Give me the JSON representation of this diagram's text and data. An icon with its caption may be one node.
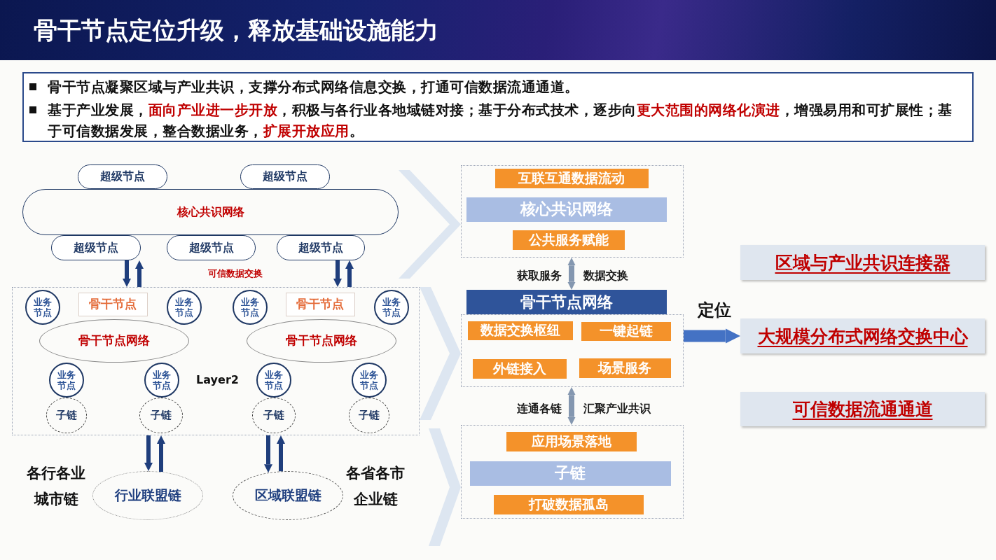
{
  "diagram": {
    "title": "骨干节点定位升级，释放基础设施能力",
    "nodes": [
      {
        "text": [
          "骨干节点凝聚区域与产业共识，支撑分布式网络信息交换，打通可信数据流通通道。",
          "基于产业发展，**面向产业进一步开放**，积极与各行业各地域链对接；基于分布式技术，逐步向**更大范围的网络化演进**，增强易用和可扩展性；基于可信数据发展，整合数据业务，**扩展开放应用**。"
        ]
      },
      {
        "text": [
          "核心共识网络"
        ]
      },
      {
        "text": [
          "超级节点"
        ]
      },
      {
        "text": [
          "超级节点"
        ]
      },
      {
        "text": [
          "超级节点"
        ]
      },
      {
        "text": [
          "超级节点"
        ]
      },
      {
        "text": [
          "超级节点"
        ]
      },
      {
        "text": [
          "Layer2"
        ]
      },
      {
        "text": [
          "骨干节点网络"
        ],
        "in": 7
      },
      {
        "text": [
          "骨干节点"
        ],
        "in": 7
      },
      {
        "text": [
          "业务节点"
        ],
        "in": 7
      },
      {
        "text": [
          "业务节点"
        ],
        "in": 7
      },
      {
        "text": [
          "业务节点"
        ],
        "in": 7
      },
      {
        "text": [
          "业务节点"
        ],
        "in": 7
      },
      {
        "text": [
          "子链"
        ],
        "in": 7
      },
      {
        "text": [
          "子链"
        ],
        "in": 7
      },
      {
        "text": [
          "骨干节点网络"
        ],
        "in": 7
      },
      {
        "text": [
          "骨干节点"
        ],
        "in": 7
      },
      {
        "text": [
          "业务节点"
        ],
        "in": 7
      },
      {
        "text": [
          "业务节点"
        ],
        "in": 7
      },
      {
        "text": [
          "业务节点"
        ],
        "in": 7
      },
      {
        "text": [
          "业务节点"
        ],
        "in": 7
      },
      {
        "text": [
          "子链"
        ],
        "in": 7
      },
      {
        "text": [
          "子链"
        ],
        "in": 7
      },
      {
        "text": [
          "行业联盟链"
        ]
      },
      {
        "text": [
          "区域联盟链"
        ]
      },
      {
        "text": [],
        "shape": "box"
      },
      {
        "text": [
          "互联互通数据流动"
        ],
        "in": 26
      },
      {
        "text": [
          "核心共识网络"
        ],
        "in": 26
      },
      {
        "text": [
          "公共服务赋能"
        ],
        "in": 26
      },
      {
        "text": [
          "骨干节点网络"
        ]
      },
      {
        "text": [],
        "shape": "box"
      },
      {
        "text": [
          "数据交换枢纽"
        ],
        "in": 31
      },
      {
        "text": [
          "一键起链"
        ],
        "in": 31
      },
      {
        "text": [
          "外链接入"
        ],
        "in": 31
      },
      {
        "text": [
          "场景服务"
        ],
        "in": 31
      },
      {
        "text": [],
        "shape": "box"
      },
      {
        "text": [
          "应用场景落地"
        ],
        "in": 36
      },
      {
        "text": [
          "子链"
        ],
        "in": 36
      },
      {
        "text": [
          "打破数据孤岛"
        ],
        "in": 36
      },
      {
        "text": [
          "区域与产业共识连接器"
        ]
      },
      {
        "text": [
          "大规模分布式网络交换中心"
        ]
      },
      {
        "text": [
          "可信数据流通通道"
        ]
      }
    ],
    "edges": [
      {
        "from": 4,
        "to": 7,
        "arrow": "to"
      },
      {
        "from": 7,
        "to": 4,
        "arrow": "to"
      },
      {
        "from": 6,
        "to": 7,
        "arrow": "to"
      },
      {
        "from": 7,
        "to": 6,
        "arrow": "to"
      },
      {
        "from": 7,
        "to": 24,
        "arrow": "to"
      },
      {
        "from": 24,
        "to": 7,
        "arrow": "to"
      },
      {
        "from": 7,
        "to": 25,
        "arrow": "to"
      },
      {
        "from": 25,
        "to": 7,
        "arrow": "to"
      },
      {
        "from": 26,
        "to": 30,
        "arrow": "both",
        "color": "#8497b0"
      },
      {
        "from": 31,
        "to": 36,
        "arrow": "both",
        "color": "#8497b0"
      },
      {
        "from": 31,
        "to": 41,
        "arrow": "to",
        "label": "定位",
        "color": "#4472c4"
      },
      {
        "from": 1,
        "to": 26,
        "arrow": "to",
        "color": "#dde6f1"
      },
      {
        "from": 7,
        "to": 31,
        "arrow": "to",
        "color": "#dde6f1"
      },
      {
        "from": null,
        "to": 36,
        "arrow": "to",
        "color": "#dde6f1"
      }
    ],
    "labels": [
      "可信数据交换",
      "获取服务",
      "数据交换",
      "连通各链",
      "汇聚产业共识",
      "各行各业城市链",
      "各省各市企业链"
    ]
  }
}
